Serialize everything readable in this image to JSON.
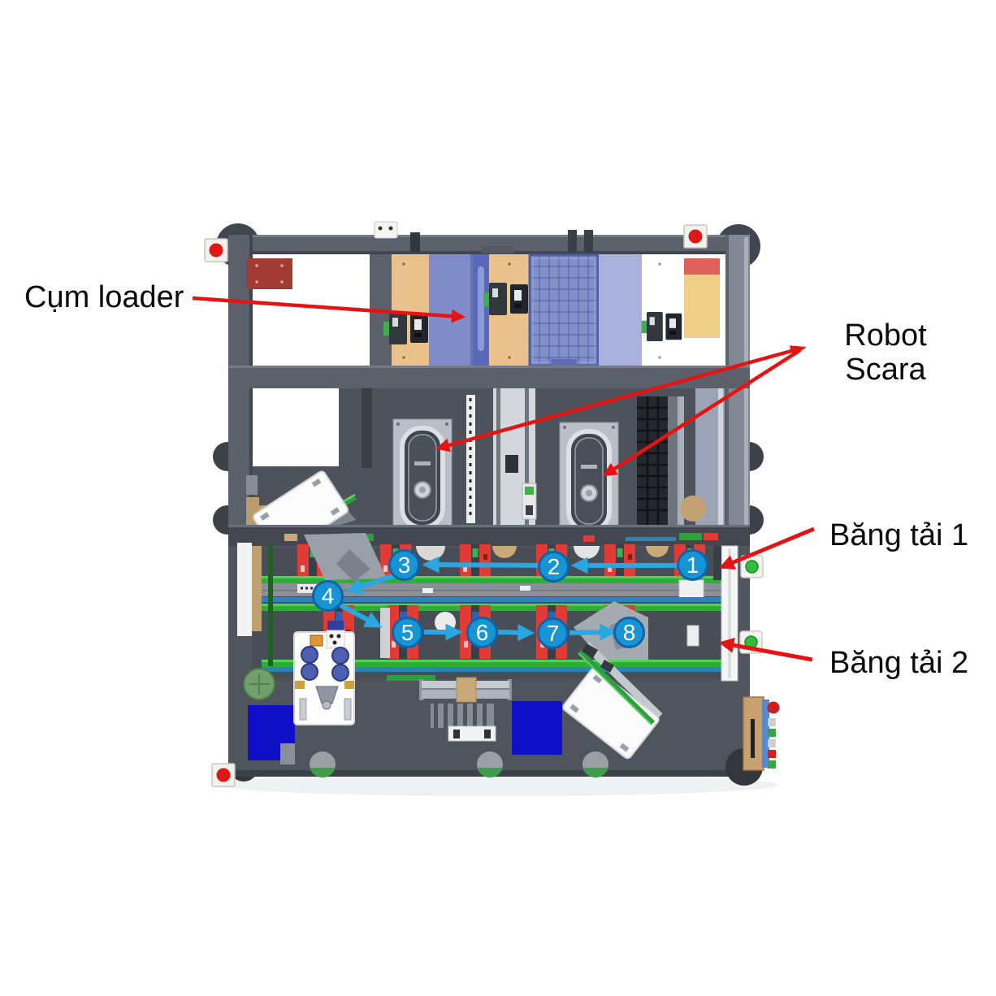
{
  "labels": {
    "loader": "Cụm loader",
    "robot_line1": "Robot",
    "robot_line2": "Scara",
    "conveyor1": "Băng tải 1",
    "conveyor2": "Băng tải 2"
  },
  "flow_steps": [
    "1",
    "2",
    "3",
    "4",
    "5",
    "6",
    "7",
    "8"
  ],
  "colors": {
    "annotation_red": "#e41414",
    "flow_blue": "#2aa7e0",
    "step_fill": "#1795d2",
    "step_border": "#0f62ad",
    "label_text": "#0a0a0a",
    "page_background": "#ffffff",
    "machine_frame": "#585d66",
    "conveyor_green": "#2fae36",
    "station_red": "#e23b35",
    "tray_blue": "#8290c8",
    "panel_tan": "#e9c28d"
  }
}
